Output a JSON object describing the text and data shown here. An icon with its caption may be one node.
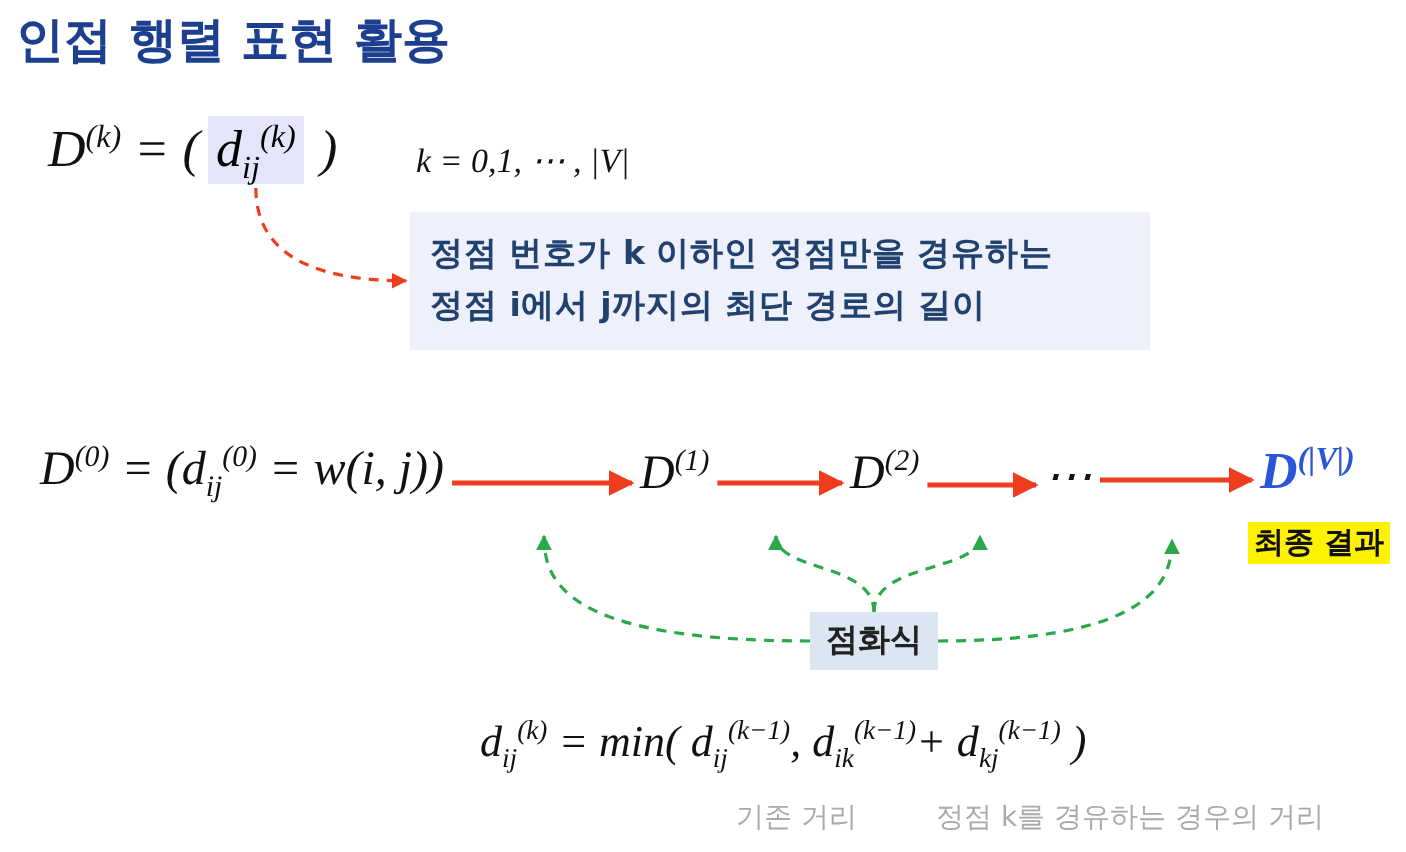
{
  "diagram": {
    "title": "인접 행렬 표현 활용",
    "nodes": [
      {
        "text": [
          "d$_{ij}$$^{(k)}$"
        ]
      },
      {
        "text": [
          "정점 번호가 k 이하인 정점만을 경유하는 정점 i에서 j까지의 최단 경로의 길이"
        ]
      },
      {
        "text": [
          "D$^{(0)}$ = (d$_{ij}$$^{(0)}$ = w(i, j))"
        ]
      },
      {
        "text": [
          "D$^{(1)}$"
        ]
      },
      {
        "text": [
          "D$^{(2)}$"
        ]
      },
      {
        "text": [
          "⋯"
        ]
      },
      {
        "text": [
          "D$^{(|V|)}$"
        ],
        "beside": [
          "최종 결과"
        ]
      },
      {
        "text": [
          "점화식"
        ]
      }
    ],
    "edges": [
      {
        "from": 0,
        "to": 1,
        "arrow": "to",
        "style": "dashed"
      },
      {
        "from": 2,
        "to": 3,
        "arrow": "to"
      },
      {
        "from": 3,
        "to": 4,
        "arrow": "to"
      },
      {
        "from": 4,
        "to": 5,
        "arrow": "to"
      },
      {
        "from": 5,
        "to": 6,
        "arrow": "to"
      },
      {
        "from": 7,
        "to": null,
        "arrow": "to",
        "style": "dashed",
        "color": "#2aa84a"
      },
      {
        "from": 7,
        "to": null,
        "arrow": "to",
        "style": "dashed",
        "color": "#2aa84a"
      },
      {
        "from": 7,
        "to": null,
        "arrow": "to",
        "style": "dashed",
        "color": "#2aa84a"
      },
      {
        "from": 7,
        "to": null,
        "arrow": "to",
        "style": "dashed",
        "color": "#2aa84a"
      }
    ],
    "labels": [
      "D$^{(k)}$ = (",
      ")",
      "k = 0,1, ⋯ , |V|",
      "d$_{ij}$$^{(k)}$ =  min( d$_{ij}$$^{(k−1)}$,  d$_{ik}$$^{(k−1)}$+ d$_{kj}$$^{(k−1)}$ )",
      "기존 거리",
      "정점 k를 경유하는 경우의 거리"
    ]
  }
}
